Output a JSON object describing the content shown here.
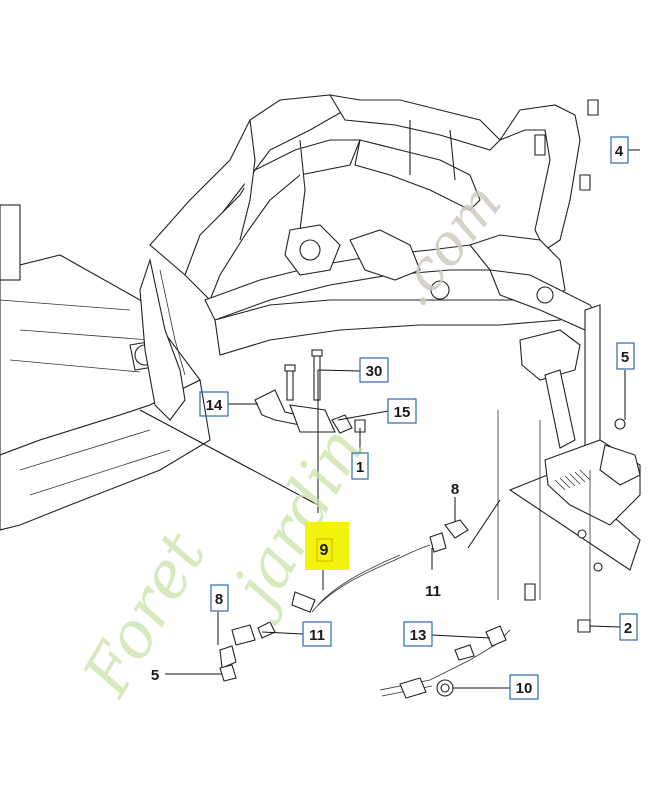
{
  "diagram": {
    "callouts": [
      {
        "id": "c30",
        "text": "30"
      },
      {
        "id": "c14",
        "text": "14"
      },
      {
        "id": "c15",
        "text": "15"
      },
      {
        "id": "c1",
        "text": "1"
      },
      {
        "id": "c4",
        "text": "4"
      },
      {
        "id": "c5r",
        "text": "5"
      },
      {
        "id": "c8r",
        "text": "8"
      },
      {
        "id": "c11r",
        "text": "11"
      },
      {
        "id": "c9",
        "text": "9"
      },
      {
        "id": "c8l",
        "text": "8"
      },
      {
        "id": "c11l",
        "text": "11"
      },
      {
        "id": "c5l",
        "text": "5"
      },
      {
        "id": "c13",
        "text": "13"
      },
      {
        "id": "c10",
        "text": "10"
      },
      {
        "id": "c2",
        "text": "2"
      }
    ],
    "highlight_color": "#f2f20a",
    "callout_box_color": "#2b6cb0"
  },
  "watermark": {
    "part1": "Foret",
    "part2": "jardin",
    "part3": ".com",
    "colors": {
      "green": "#c9e4a8",
      "grey": "#cfcac0"
    }
  }
}
